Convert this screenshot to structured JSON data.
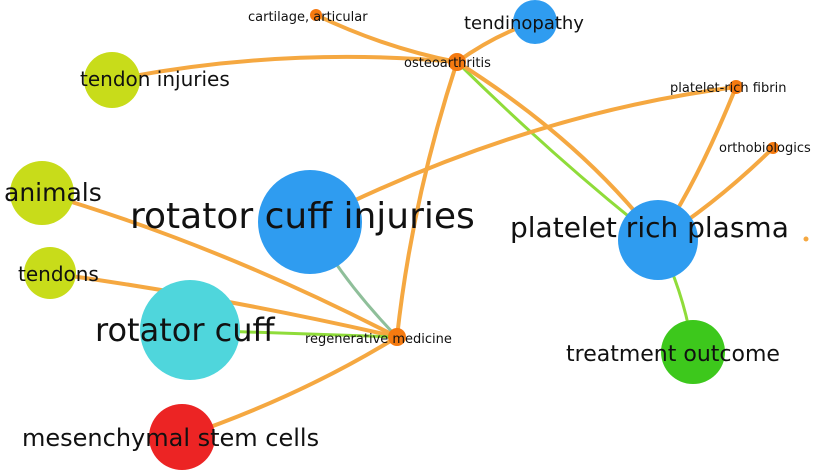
{
  "colors": {
    "orange_edge": "#f5a841",
    "green_edge": "#8fdc3a",
    "teal_edge": "#8fbf9a",
    "yellow_green": "#c8dc1a",
    "blue": "#2f9cf0",
    "cyan": "#4fd6dc",
    "orange_node": "#f57a10",
    "green": "#3dc81c",
    "red": "#ec2424"
  },
  "nodes": [
    {
      "id": "cartilage",
      "label": "cartilage, articular",
      "cluster": "orange_node"
    },
    {
      "id": "tendinopathy",
      "label": "tendinopathy",
      "cluster": "blue"
    },
    {
      "id": "osteoarthritis",
      "label": "osteoarthritis",
      "cluster": "orange_node"
    },
    {
      "id": "tendon_injuries",
      "label": "tendon injuries",
      "cluster": "yellow_green"
    },
    {
      "id": "prf",
      "label": "platelet-rich fibrin",
      "cluster": "orange_node"
    },
    {
      "id": "orthobiologics",
      "label": "orthobiologics",
      "cluster": "orange_node"
    },
    {
      "id": "animals",
      "label": "animals",
      "cluster": "yellow_green"
    },
    {
      "id": "rci",
      "label": "rotator cuff injuries",
      "cluster": "blue"
    },
    {
      "id": "prp",
      "label": "platelet rich plasma",
      "cluster": "blue"
    },
    {
      "id": "tendons",
      "label": "tendons",
      "cluster": "yellow_green"
    },
    {
      "id": "rc",
      "label": "rotator cuff",
      "cluster": "cyan"
    },
    {
      "id": "regen",
      "label": "regenerative medicine",
      "cluster": "orange_node"
    },
    {
      "id": "outcome",
      "label": "treatment outcome",
      "cluster": "green"
    },
    {
      "id": "msc",
      "label": "mesenchymal stem cells",
      "cluster": "red"
    }
  ],
  "edges": [
    {
      "from": "cartilage",
      "to": "osteoarthritis",
      "color": "orange_edge"
    },
    {
      "from": "tendon_injuries",
      "to": "osteoarthritis",
      "color": "orange_edge"
    },
    {
      "from": "tendinopathy",
      "to": "osteoarthritis",
      "color": "orange_edge"
    },
    {
      "from": "osteoarthritis",
      "to": "prp",
      "color": "green_edge"
    },
    {
      "from": "osteoarthritis",
      "to": "prp",
      "color": "orange_edge"
    },
    {
      "from": "osteoarthritis",
      "to": "regen",
      "color": "orange_edge"
    },
    {
      "from": "rci",
      "to": "prf",
      "color": "orange_edge"
    },
    {
      "from": "prf",
      "to": "prp",
      "color": "orange_edge"
    },
    {
      "from": "orthobiologics",
      "to": "prp",
      "color": "orange_edge"
    },
    {
      "from": "animals",
      "to": "regen",
      "color": "orange_edge"
    },
    {
      "from": "tendons",
      "to": "regen",
      "color": "orange_edge"
    },
    {
      "from": "rc",
      "to": "regen",
      "color": "green_edge"
    },
    {
      "from": "rci",
      "to": "regen",
      "color": "teal_edge"
    },
    {
      "from": "msc",
      "to": "regen",
      "color": "orange_edge"
    },
    {
      "from": "prp",
      "to": "outcome",
      "color": "green_edge"
    }
  ]
}
